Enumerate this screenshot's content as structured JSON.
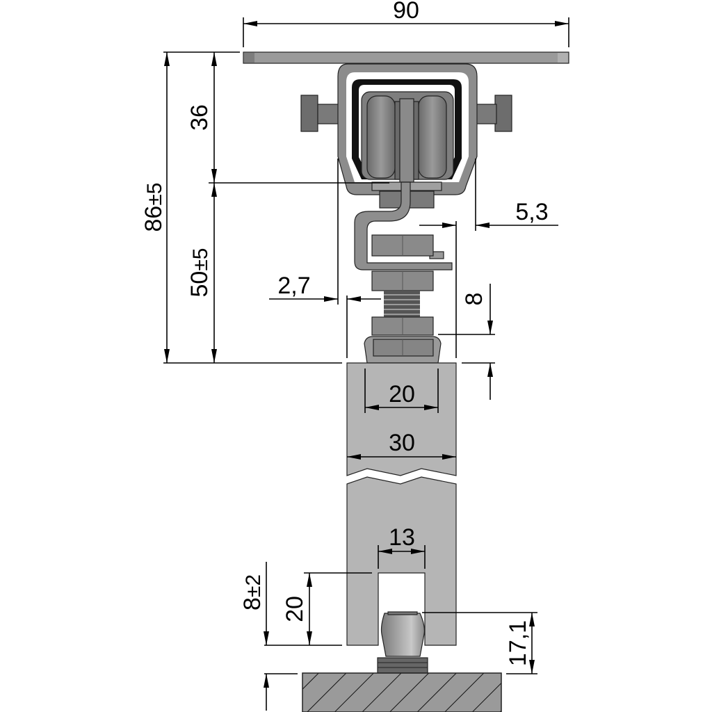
{
  "drawing": {
    "type": "technical dimension drawing",
    "subject": "sliding door top roller hanger with floor guide",
    "colors": {
      "background": "#ffffff",
      "line": "#000000",
      "metal_light": "#b5b5b5",
      "metal_mid": "#8c8c8c",
      "metal_dark": "#5e5e5e",
      "hatch_fill": "#9a9a9a"
    }
  },
  "dimensions": {
    "top_plate_width": "90",
    "overall_height": "86",
    "overall_height_tol": "±5",
    "carriage_height": "36",
    "hanger_height": "50",
    "hanger_height_tol": "±5",
    "offset_right": "5,3",
    "offset_left": "2,7",
    "clamp_gap": "8",
    "inner_width": "20",
    "door_thickness": "30",
    "groove_width": "13",
    "groove_depth": "20",
    "floor_gap": "8",
    "floor_gap_tol": "±2",
    "guide_height": "17,1"
  }
}
